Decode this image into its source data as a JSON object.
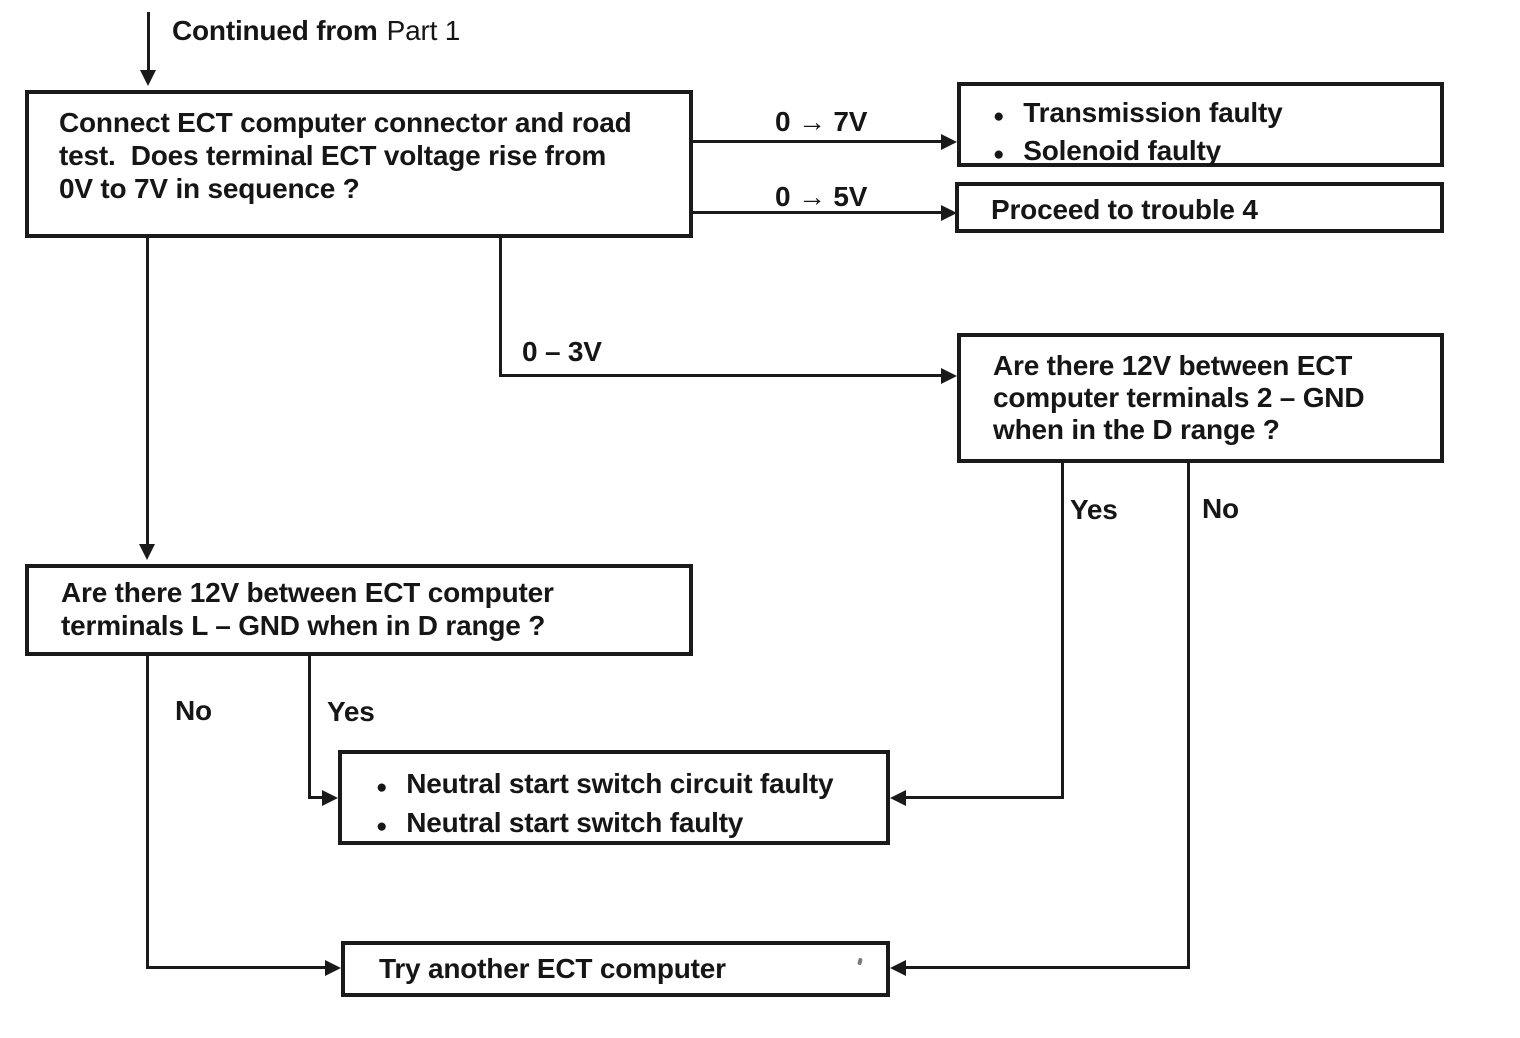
{
  "glyphs": {
    "bullet": "●"
  },
  "header": {
    "continued_prefix": "Continued from",
    "continued_ref": "Part 1"
  },
  "nodes": {
    "connect_test": {
      "text": "Connect ECT computer connector and road\ntest.  Does terminal ECT voltage rise from\n0V to 7V in sequence ?"
    },
    "transmission_fault": {
      "items": [
        "Transmission faulty",
        "Solenoid faulty"
      ]
    },
    "proceed_trouble4": {
      "text": "Proceed to trouble 4"
    },
    "check_2_gnd": {
      "text": "Are there 12V between ECT\ncomputer terminals 2 – GND\nwhen in the D range ?"
    },
    "check_l_gnd": {
      "text": "Are there 12V between ECT computer\nterminals L – GND when in D range ?"
    },
    "neutral_switch": {
      "items": [
        "Neutral start switch circuit faulty",
        "Neutral start switch faulty"
      ]
    },
    "try_another": {
      "text": "Try another ECT computer"
    }
  },
  "edges": {
    "v0_7": "0 → 7V",
    "v0_5": "0 → 5V",
    "v0_3": "0 – 3V",
    "yes_right": "Yes",
    "no_right": "No",
    "no_left": "No",
    "yes_left": "Yes"
  }
}
